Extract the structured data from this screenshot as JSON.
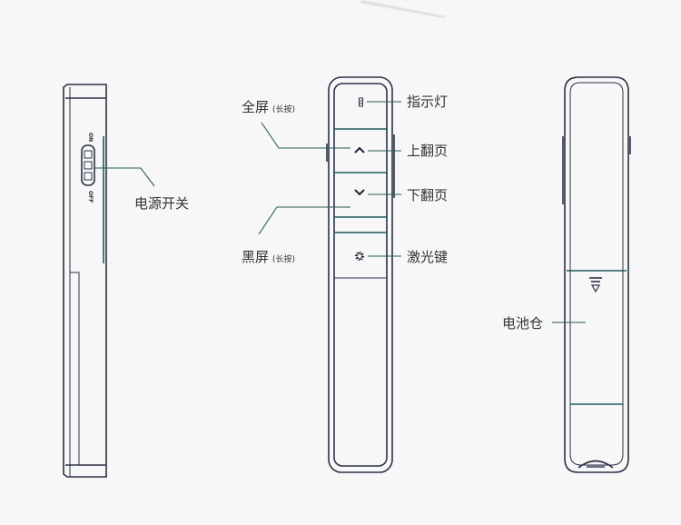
{
  "labels": {
    "power_switch": "电源开关",
    "indicator": "指示灯",
    "page_up": "上翻页",
    "page_down": "下翻页",
    "laser": "激光键",
    "fullscreen": "全屏",
    "fullscreen_hint": "(长按)",
    "blackscreen": "黑屏",
    "blackscreen_hint": "(长按)",
    "battery": "电池仓"
  },
  "switch": {
    "on": "ON",
    "off": "OFF"
  },
  "colors": {
    "outline": "#2c3247",
    "accent": "#1f5b5a",
    "background": "#f7f7f7"
  }
}
